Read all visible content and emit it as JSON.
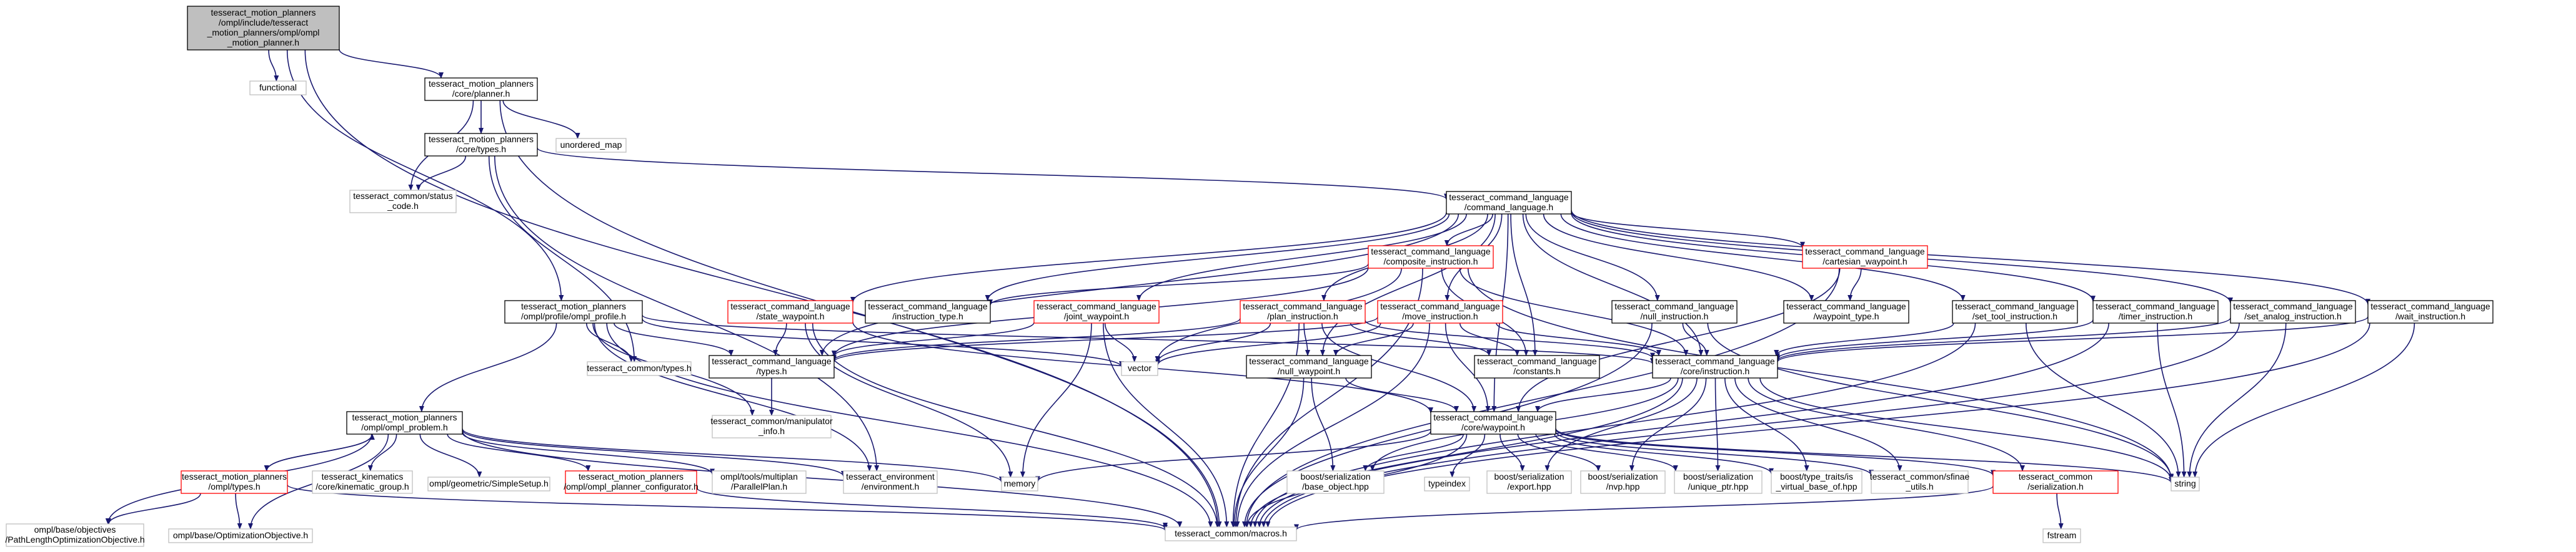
{
  "colors": {
    "edge": "#191970",
    "box_black": "#000000",
    "box_red": "#ff0000",
    "box_gray": "#bfbfbf",
    "root_fill": "#bfbfbf",
    "node_fill": "#ffffff"
  },
  "nodes": [
    {
      "id": "root",
      "lines": [
        "tesseract_motion_planners",
        "/ompl/include/tesseract",
        "_motion_planners/ompl/ompl",
        "_motion_planner.h"
      ],
      "style": "root"
    },
    {
      "id": "functional",
      "lines": [
        "functional"
      ],
      "style": "gray"
    },
    {
      "id": "core_planner",
      "lines": [
        "tesseract_motion_planners",
        "/core/planner.h"
      ],
      "style": "black"
    },
    {
      "id": "core_types",
      "lines": [
        "tesseract_motion_planners",
        "/core/types.h"
      ],
      "style": "black"
    },
    {
      "id": "unordered_map",
      "lines": [
        "unordered_map"
      ],
      "style": "gray"
    },
    {
      "id": "status_code",
      "lines": [
        "tesseract_common/status",
        "_code.h"
      ],
      "style": "gray"
    },
    {
      "id": "command_language",
      "lines": [
        "tesseract_command_language",
        "/command_language.h"
      ],
      "style": "black"
    },
    {
      "id": "composite_instruction",
      "lines": [
        "tesseract_command_language",
        "/composite_instruction.h"
      ],
      "style": "red"
    },
    {
      "id": "cartesian_waypoint",
      "lines": [
        "tesseract_command_language",
        "/cartesian_waypoint.h"
      ],
      "style": "red"
    },
    {
      "id": "ompl_profile",
      "lines": [
        "tesseract_motion_planners",
        "/ompl/profile/ompl_profile.h"
      ],
      "style": "black"
    },
    {
      "id": "state_waypoint",
      "lines": [
        "tesseract_command_language",
        "/state_waypoint.h"
      ],
      "style": "red"
    },
    {
      "id": "instruction_type",
      "lines": [
        "tesseract_command_language",
        "/instruction_type.h"
      ],
      "style": "black"
    },
    {
      "id": "joint_waypoint",
      "lines": [
        "tesseract_command_language",
        "/joint_waypoint.h"
      ],
      "style": "red"
    },
    {
      "id": "plan_instruction",
      "lines": [
        "tesseract_command_language",
        "/plan_instruction.h"
      ],
      "style": "red"
    },
    {
      "id": "move_instruction",
      "lines": [
        "tesseract_command_language",
        "/move_instruction.h"
      ],
      "style": "red"
    },
    {
      "id": "null_instruction",
      "lines": [
        "tesseract_command_language",
        "/null_instruction.h"
      ],
      "style": "black"
    },
    {
      "id": "waypoint_type",
      "lines": [
        "tesseract_command_language",
        "/waypoint_type.h"
      ],
      "style": "black"
    },
    {
      "id": "set_tool_instruction",
      "lines": [
        "tesseract_command_language",
        "/set_tool_instruction.h"
      ],
      "style": "black"
    },
    {
      "id": "timer_instruction",
      "lines": [
        "tesseract_command_language",
        "/timer_instruction.h"
      ],
      "style": "black"
    },
    {
      "id": "set_analog_instruction",
      "lines": [
        "tesseract_command_language",
        "/set_analog_instruction.h"
      ],
      "style": "black"
    },
    {
      "id": "wait_instruction",
      "lines": [
        "tesseract_command_language",
        "/wait_instruction.h"
      ],
      "style": "black"
    },
    {
      "id": "common_types",
      "lines": [
        "tesseract_common/types.h"
      ],
      "style": "gray"
    },
    {
      "id": "cl_types",
      "lines": [
        "tesseract_command_language",
        "/types.h"
      ],
      "style": "black"
    },
    {
      "id": "vector",
      "lines": [
        "vector"
      ],
      "style": "gray"
    },
    {
      "id": "null_waypoint",
      "lines": [
        "tesseract_command_language",
        "/null_waypoint.h"
      ],
      "style": "black"
    },
    {
      "id": "constants",
      "lines": [
        "tesseract_command_language",
        "/constants.h"
      ],
      "style": "black"
    },
    {
      "id": "core_instruction",
      "lines": [
        "tesseract_command_language",
        "/core/instruction.h"
      ],
      "style": "black"
    },
    {
      "id": "manipulator_info",
      "lines": [
        "tesseract_common/manipulator",
        "_info.h"
      ],
      "style": "gray"
    },
    {
      "id": "ompl_problem",
      "lines": [
        "tesseract_motion_planners",
        "/ompl/ompl_problem.h"
      ],
      "style": "black"
    },
    {
      "id": "core_waypoint",
      "lines": [
        "tesseract_command_language",
        "/core/waypoint.h"
      ],
      "style": "black"
    },
    {
      "id": "ompl_types",
      "lines": [
        "tesseract_motion_planners",
        "/ompl/types.h"
      ],
      "style": "red"
    },
    {
      "id": "kinematic_group",
      "lines": [
        "tesseract_kinematics",
        "/core/kinematic_group.h"
      ],
      "style": "gray"
    },
    {
      "id": "simple_setup",
      "lines": [
        "ompl/geometric/SimpleSetup.h"
      ],
      "style": "gray"
    },
    {
      "id": "planner_configurator",
      "lines": [
        "tesseract_motion_planners",
        "/ompl/ompl_planner_configurator.h"
      ],
      "style": "red"
    },
    {
      "id": "parallel_plan",
      "lines": [
        "ompl/tools/multiplan",
        "/ParallelPlan.h"
      ],
      "style": "gray"
    },
    {
      "id": "environment",
      "lines": [
        "tesseract_environment",
        "/environment.h"
      ],
      "style": "gray"
    },
    {
      "id": "memory",
      "lines": [
        "memory"
      ],
      "style": "gray"
    },
    {
      "id": "base_object",
      "lines": [
        "boost/serialization",
        "/base_object.hpp"
      ],
      "style": "gray"
    },
    {
      "id": "typeindex",
      "lines": [
        "typeindex"
      ],
      "style": "gray"
    },
    {
      "id": "export_hpp",
      "lines": [
        "boost/serialization",
        "/export.hpp"
      ],
      "style": "gray"
    },
    {
      "id": "nvp_hpp",
      "lines": [
        "boost/serialization",
        "/nvp.hpp"
      ],
      "style": "gray"
    },
    {
      "id": "unique_ptr",
      "lines": [
        "boost/serialization",
        "/unique_ptr.hpp"
      ],
      "style": "gray"
    },
    {
      "id": "virtual_base",
      "lines": [
        "boost/type_traits/is",
        "_virtual_base_of.hpp"
      ],
      "style": "gray"
    },
    {
      "id": "sfinae_utils",
      "lines": [
        "tesseract_common/sfinae",
        "_utils.h"
      ],
      "style": "gray"
    },
    {
      "id": "common_serialization",
      "lines": [
        "tesseract_common",
        "/serialization.h"
      ],
      "style": "red"
    },
    {
      "id": "string",
      "lines": [
        "string"
      ],
      "style": "gray"
    },
    {
      "id": "path_length",
      "lines": [
        "ompl/base/objectives",
        "/PathLengthOptimizationObjective.h"
      ],
      "style": "gray"
    },
    {
      "id": "optimization_objective",
      "lines": [
        "ompl/base/OptimizationObjective.h"
      ],
      "style": "gray"
    },
    {
      "id": "macros",
      "lines": [
        "tesseract_common/macros.h"
      ],
      "style": "gray"
    },
    {
      "id": "fstream",
      "lines": [
        "fstream"
      ],
      "style": "gray"
    }
  ],
  "edges": [
    [
      "root",
      "functional"
    ],
    [
      "root",
      "core_planner"
    ],
    [
      "root",
      "ompl_profile"
    ],
    [
      "root",
      "macros"
    ],
    [
      "core_planner",
      "core_types"
    ],
    [
      "core_planner",
      "unordered_map"
    ],
    [
      "core_planner",
      "status_code"
    ],
    [
      "core_planner",
      "macros"
    ],
    [
      "core_types",
      "status_code"
    ],
    [
      "core_types",
      "command_language"
    ],
    [
      "core_types",
      "common_types"
    ],
    [
      "core_types",
      "environment"
    ],
    [
      "command_language",
      "composite_instruction"
    ],
    [
      "command_language",
      "cartesian_waypoint"
    ],
    [
      "command_language",
      "state_waypoint"
    ],
    [
      "command_language",
      "instruction_type"
    ],
    [
      "command_language",
      "joint_waypoint"
    ],
    [
      "command_language",
      "plan_instruction"
    ],
    [
      "command_language",
      "move_instruction"
    ],
    [
      "command_language",
      "null_instruction"
    ],
    [
      "command_language",
      "waypoint_type"
    ],
    [
      "command_language",
      "set_tool_instruction"
    ],
    [
      "command_language",
      "timer_instruction"
    ],
    [
      "command_language",
      "set_analog_instruction"
    ],
    [
      "command_language",
      "wait_instruction"
    ],
    [
      "command_language",
      "cl_types"
    ],
    [
      "command_language",
      "null_waypoint"
    ],
    [
      "command_language",
      "constants"
    ],
    [
      "command_language",
      "core_instruction"
    ],
    [
      "command_language",
      "core_waypoint"
    ],
    [
      "composite_instruction",
      "instruction_type"
    ],
    [
      "composite_instruction",
      "cl_types"
    ],
    [
      "composite_instruction",
      "vector"
    ],
    [
      "composite_instruction",
      "constants"
    ],
    [
      "composite_instruction",
      "core_instruction"
    ],
    [
      "composite_instruction",
      "string"
    ],
    [
      "composite_instruction",
      "macros"
    ],
    [
      "cartesian_waypoint",
      "waypoint_type"
    ],
    [
      "cartesian_waypoint",
      "core_waypoint"
    ],
    [
      "cartesian_waypoint",
      "macros"
    ],
    [
      "ompl_profile",
      "common_types"
    ],
    [
      "ompl_profile",
      "cl_types"
    ],
    [
      "ompl_profile",
      "vector"
    ],
    [
      "ompl_profile",
      "ompl_problem"
    ],
    [
      "ompl_profile",
      "manipulator_info"
    ],
    [
      "ompl_profile",
      "environment"
    ],
    [
      "ompl_profile",
      "macros"
    ],
    [
      "ompl_profile",
      "core_instruction"
    ],
    [
      "state_waypoint",
      "cl_types"
    ],
    [
      "state_waypoint",
      "core_waypoint"
    ],
    [
      "state_waypoint",
      "memory"
    ],
    [
      "state_waypoint",
      "macros"
    ],
    [
      "joint_waypoint",
      "cl_types"
    ],
    [
      "joint_waypoint",
      "vector"
    ],
    [
      "joint_waypoint",
      "memory"
    ],
    [
      "joint_waypoint",
      "macros"
    ],
    [
      "plan_instruction",
      "vector"
    ],
    [
      "plan_instruction",
      "null_waypoint"
    ],
    [
      "plan_instruction",
      "constants"
    ],
    [
      "plan_instruction",
      "core_instruction"
    ],
    [
      "plan_instruction",
      "core_waypoint"
    ],
    [
      "plan_instruction",
      "macros"
    ],
    [
      "plan_instruction",
      "cl_types"
    ],
    [
      "move_instruction",
      "vector"
    ],
    [
      "move_instruction",
      "null_waypoint"
    ],
    [
      "move_instruction",
      "constants"
    ],
    [
      "move_instruction",
      "core_instruction"
    ],
    [
      "move_instruction",
      "core_waypoint"
    ],
    [
      "move_instruction",
      "macros"
    ],
    [
      "move_instruction",
      "cl_types"
    ],
    [
      "null_instruction",
      "core_instruction"
    ],
    [
      "null_instruction",
      "macros"
    ],
    [
      "null_instruction",
      "string"
    ],
    [
      "set_tool_instruction",
      "core_instruction"
    ],
    [
      "set_tool_instruction",
      "string"
    ],
    [
      "set_tool_instruction",
      "macros"
    ],
    [
      "timer_instruction",
      "core_instruction"
    ],
    [
      "timer_instruction",
      "string"
    ],
    [
      "timer_instruction",
      "macros"
    ],
    [
      "set_analog_instruction",
      "core_instruction"
    ],
    [
      "set_analog_instruction",
      "string"
    ],
    [
      "set_analog_instruction",
      "macros"
    ],
    [
      "wait_instruction",
      "core_instruction"
    ],
    [
      "wait_instruction",
      "string"
    ],
    [
      "wait_instruction",
      "macros"
    ],
    [
      "cl_types",
      "manipulator_info"
    ],
    [
      "null_waypoint",
      "core_waypoint"
    ],
    [
      "null_waypoint",
      "base_object"
    ],
    [
      "null_waypoint",
      "macros"
    ],
    [
      "core_instruction",
      "core_waypoint"
    ],
    [
      "core_instruction",
      "base_object"
    ],
    [
      "core_instruction",
      "export_hpp"
    ],
    [
      "core_instruction",
      "nvp_hpp"
    ],
    [
      "core_instruction",
      "unique_ptr"
    ],
    [
      "core_instruction",
      "virtual_base"
    ],
    [
      "core_instruction",
      "sfinae_utils"
    ],
    [
      "core_instruction",
      "common_serialization"
    ],
    [
      "core_instruction",
      "string"
    ],
    [
      "core_instruction",
      "macros"
    ],
    [
      "core_waypoint",
      "memory"
    ],
    [
      "core_waypoint",
      "base_object"
    ],
    [
      "core_waypoint",
      "typeindex"
    ],
    [
      "core_waypoint",
      "export_hpp"
    ],
    [
      "core_waypoint",
      "nvp_hpp"
    ],
    [
      "core_waypoint",
      "unique_ptr"
    ],
    [
      "core_waypoint",
      "virtual_base"
    ],
    [
      "core_waypoint",
      "sfinae_utils"
    ],
    [
      "core_waypoint",
      "common_serialization"
    ],
    [
      "core_waypoint",
      "string"
    ],
    [
      "core_waypoint",
      "macros"
    ],
    [
      "common_serialization",
      "fstream"
    ],
    [
      "common_serialization",
      "macros"
    ],
    [
      "ompl_problem",
      "ompl_types"
    ],
    [
      "ompl_problem",
      "kinematic_group"
    ],
    [
      "ompl_problem",
      "simple_setup"
    ],
    [
      "ompl_problem",
      "planner_configurator"
    ],
    [
      "ompl_problem",
      "parallel_plan"
    ],
    [
      "ompl_problem",
      "environment"
    ],
    [
      "ompl_problem",
      "memory"
    ],
    [
      "ompl_problem",
      "path_length"
    ],
    [
      "ompl_problem",
      "optimization_objective"
    ],
    [
      "ompl_problem",
      "macros"
    ],
    [
      "ompl_types",
      "ompl_problem"
    ],
    [
      "ompl_types",
      "path_length"
    ],
    [
      "ompl_types",
      "optimization_objective"
    ],
    [
      "ompl_types",
      "macros"
    ],
    [
      "planner_configurator",
      "macros"
    ]
  ]
}
